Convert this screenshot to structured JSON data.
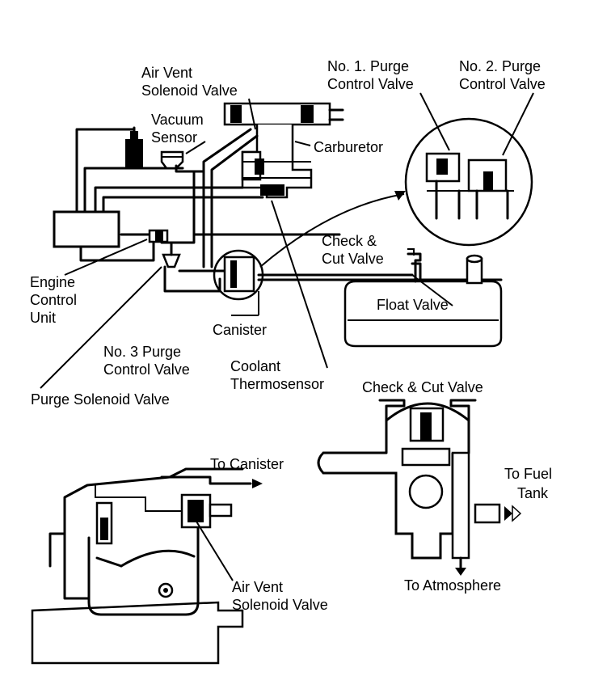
{
  "labels": {
    "air_vent_solenoid_top": [
      "Air Vent",
      "Solenoid Valve"
    ],
    "vacuum_sensor": [
      "Vacuum",
      "Sensor"
    ],
    "carburetor": "Carburetor",
    "purge_valve_1": [
      "No. 1. Purge",
      "Control Valve"
    ],
    "purge_valve_2": [
      "No. 2. Purge",
      "Control Valve"
    ],
    "check_cut_valve_top": [
      "Check &",
      "Cut Valve"
    ],
    "float_valve": "Float Valve",
    "engine_control_unit": [
      "Engine",
      "Control",
      "Unit"
    ],
    "canister": "Canister",
    "purge_valve_3": [
      "No. 3 Purge",
      "Control Valve"
    ],
    "coolant_thermosensor": [
      "Coolant",
      "Thermosensor"
    ],
    "purge_solenoid_valve": "Purge Solenoid Valve",
    "check_cut_valve_detail": "Check & Cut Valve",
    "to_fuel_tank": [
      "To Fuel",
      "Tank"
    ],
    "to_canister": "To Canister",
    "to_atmosphere": "To Atmosphere",
    "air_vent_solenoid_bottom": [
      "Air Vent",
      "Solenoid Valve"
    ]
  }
}
